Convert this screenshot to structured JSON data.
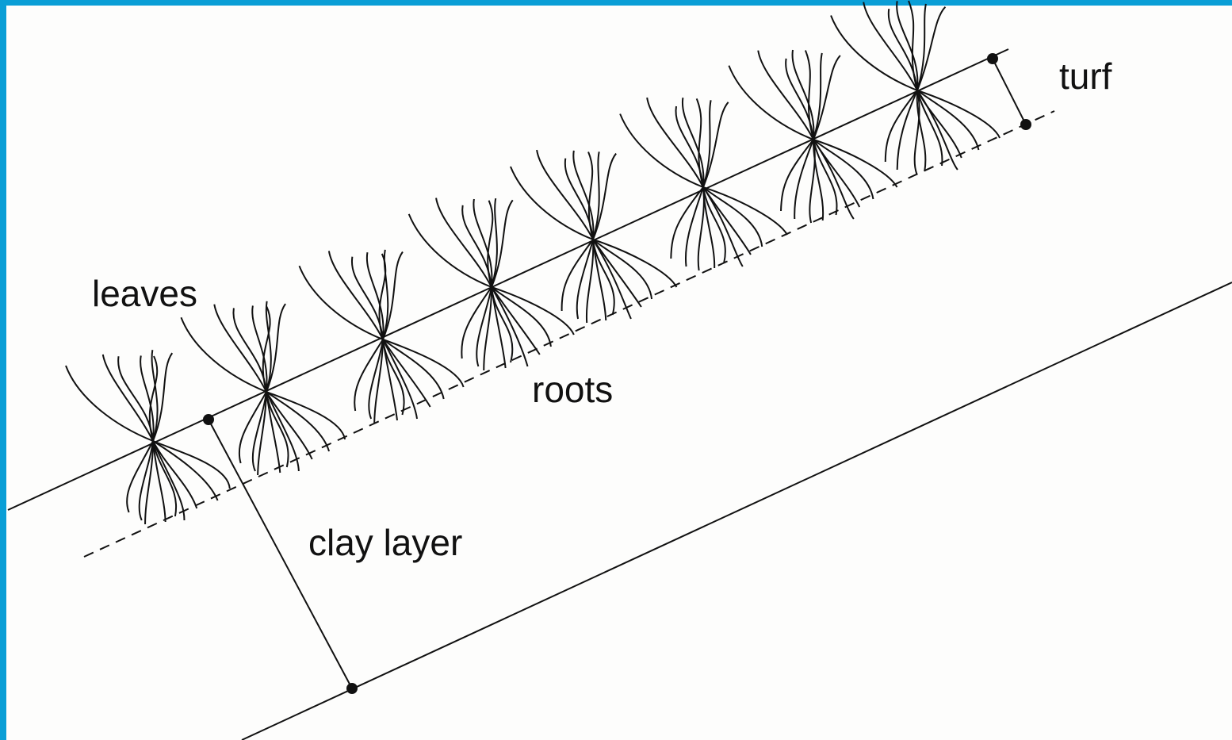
{
  "colors": {
    "frame_border": "#0a9ed6",
    "background": "#fdfdfc",
    "ink": "#111111"
  },
  "labels": {
    "leaves": "leaves",
    "roots": "roots",
    "clay_layer": "clay layer",
    "turf": "turf"
  },
  "plants": {
    "count": 8
  }
}
